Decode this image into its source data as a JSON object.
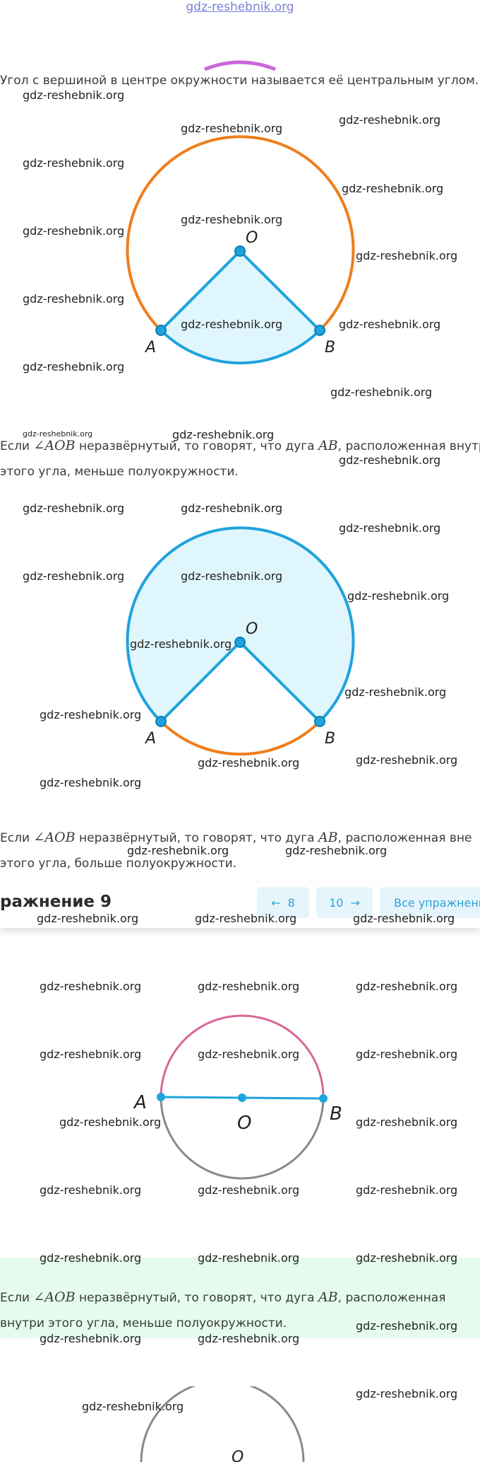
{
  "header": {
    "site_link": "gdz-reshebnik.org"
  },
  "watermark": "gdz-reshebnik.org",
  "intro": {
    "text": "Угол с вершиной в центре окружности называется её центральным углом."
  },
  "figure1": {
    "center_label": "O",
    "point_a_label": "A",
    "point_b_label": "B"
  },
  "statement1": {
    "prefix": "Если ",
    "angle": "∠AOB",
    "middle": " неразвёрнутый, то говорят, что дуга ",
    "arc": "AB",
    "suffix": ", расположенная внутри",
    "line2": "этого угла, меньше полуокружности."
  },
  "figure2": {
    "center_label": "O",
    "point_a_label": "A",
    "point_b_label": "B"
  },
  "statement2": {
    "prefix": "Если ",
    "angle": "∠AOB",
    "middle": " неразвёрнутый, то говорят, что дуга ",
    "arc": "AB",
    "suffix": ", расположенная вне",
    "line2": "этого угла, больше полуокружности."
  },
  "exercise_bar": {
    "title": "ражнение 9",
    "prev_label": "8",
    "next_label": "10",
    "all_label": "Все упражнени",
    "accent": "#29a3d8",
    "button_bg": "#e6f5fb"
  },
  "figure3": {
    "center_label": "O",
    "point_a_label": "A",
    "point_b_label": "B"
  },
  "statement3": {
    "prefix": "Если ",
    "angle": "∠AOB",
    "middle": " неразвёрнутый, то говорят, что дуга ",
    "arc": "AB",
    "suffix": ", расположенная",
    "line2": "внутри этого угла, меньше полуокружности."
  },
  "figure4": {
    "center_label": "O"
  },
  "colors": {
    "blue": "#1fa3dc",
    "orange": "#f07d1a",
    "fill_light": "#e0f6fd",
    "pink": "#d9669a",
    "gray": "#8a8a8a",
    "highlight": "#e5fbee"
  }
}
